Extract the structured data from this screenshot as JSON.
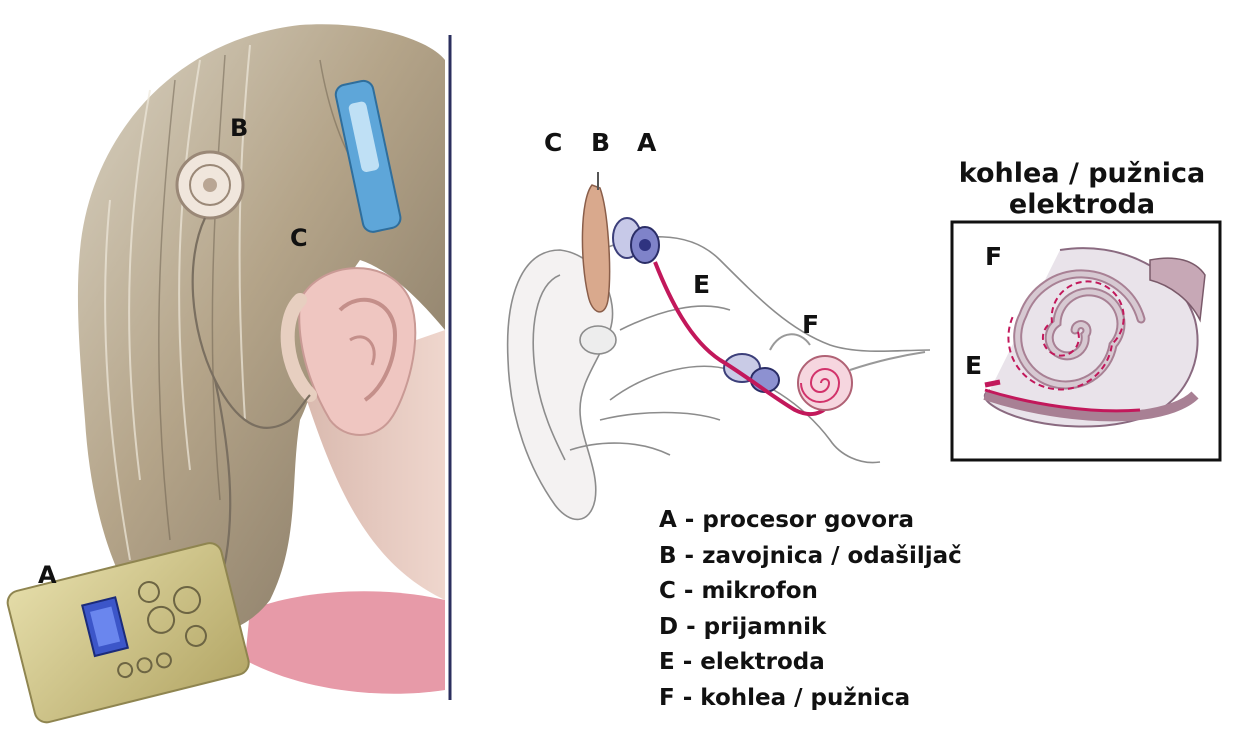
{
  "photo_labels": {
    "a": "A",
    "b": "B",
    "c": "C"
  },
  "diagram_labels": {
    "c": "C",
    "b": "B",
    "a": "A",
    "e": "E",
    "f": "F"
  },
  "inset": {
    "title_line1": "kohlea / pužnica",
    "title_line2": "elektroda",
    "label_f": "F",
    "label_e": "E"
  },
  "legend": [
    {
      "letter": "A",
      "text": "A - procesor govora"
    },
    {
      "letter": "B",
      "text": "B - zavojnica / odašiljač"
    },
    {
      "letter": "C",
      "text": "C - mikrofon"
    },
    {
      "letter": "D",
      "text": "D - prijamnik"
    },
    {
      "letter": "E",
      "text": "E - elektroda"
    },
    {
      "letter": "F",
      "text": "F - kohlea / pužnica"
    }
  ],
  "colors": {
    "divider": "#2b2f5e",
    "electrode": "#c2185b",
    "processor": "#cfc48a",
    "hair": "#b8a98a",
    "skin": "#e9c3bd"
  }
}
